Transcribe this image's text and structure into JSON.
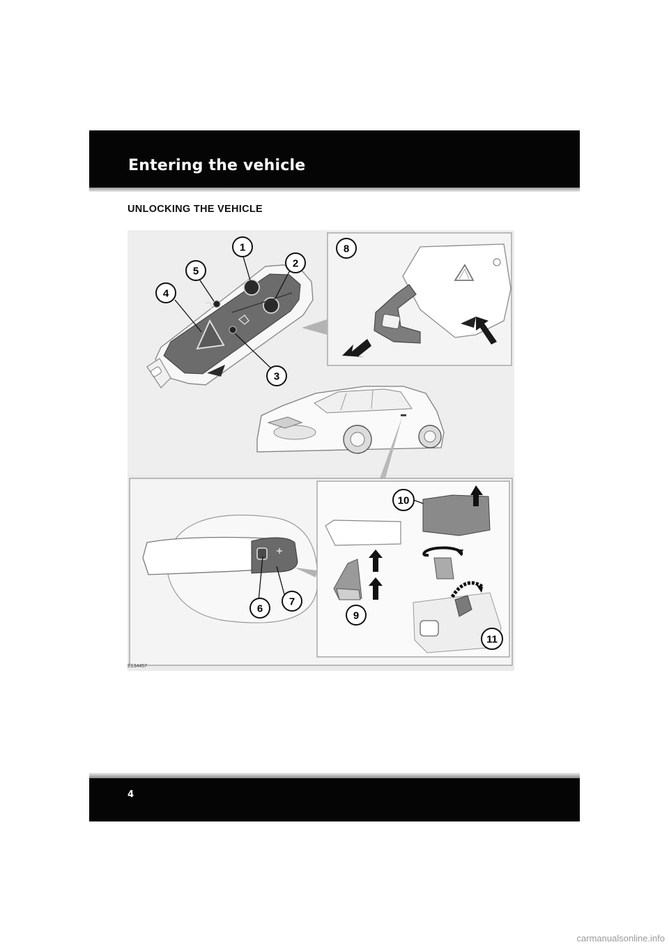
{
  "header": {
    "title": "Entering the vehicle"
  },
  "section": {
    "title": "UNLOCKING THE VEHICLE"
  },
  "figure": {
    "callouts": [
      "1",
      "2",
      "3",
      "4",
      "5",
      "6",
      "7",
      "8",
      "9",
      "10",
      "11"
    ],
    "id": "E134457"
  },
  "footer": {
    "page_number": "4"
  },
  "watermark": "carmanualsonline.info"
}
